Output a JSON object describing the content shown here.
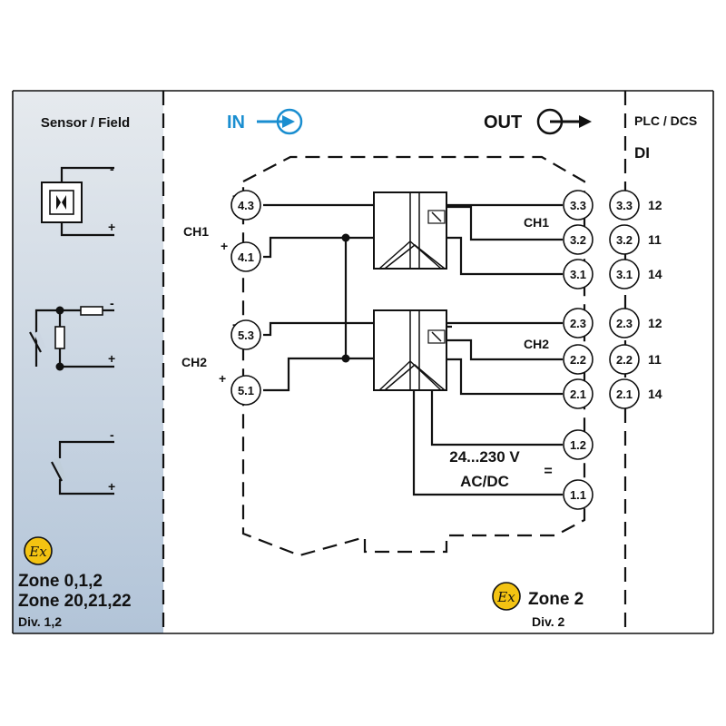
{
  "sensor_panel": {
    "title": "Sensor / Field",
    "minus": "-",
    "plus": "+",
    "zone_line1": "Zone 0,1,2",
    "zone_line2": "Zone 20,21,22",
    "division": "Div. 1,2",
    "ex_symbol": "Ex",
    "background_top": "#e6eaee",
    "background_bottom": "#b2c4d8"
  },
  "module": {
    "in_label": "IN",
    "out_label": "OUT",
    "in_color": "#1a8ed0",
    "channel1_label": "CH1",
    "channel2_label": "CH2",
    "output_ch1_label": "CH1",
    "output_ch2_label": "CH2",
    "input_terminals": [
      "4.3",
      "4.1",
      "5.3",
      "5.1"
    ],
    "output_terminals": [
      "3.3",
      "3.2",
      "3.1",
      "2.3",
      "2.2",
      "2.1",
      "1.2",
      "1.1"
    ],
    "supply_voltage": "24...230 V",
    "supply_type": "AC/DC",
    "supply_symbol": "=",
    "zone": "Zone 2",
    "division": "Div. 2",
    "ex_symbol": "Ex",
    "ex_color": "#f3c312"
  },
  "plc_panel": {
    "title": "PLC / DCS",
    "subtitle": "DI",
    "terminals": [
      "3.3",
      "3.2",
      "3.1",
      "2.3",
      "2.2",
      "2.1"
    ],
    "pins": [
      "12",
      "11",
      "14",
      "12",
      "11",
      "14"
    ]
  }
}
